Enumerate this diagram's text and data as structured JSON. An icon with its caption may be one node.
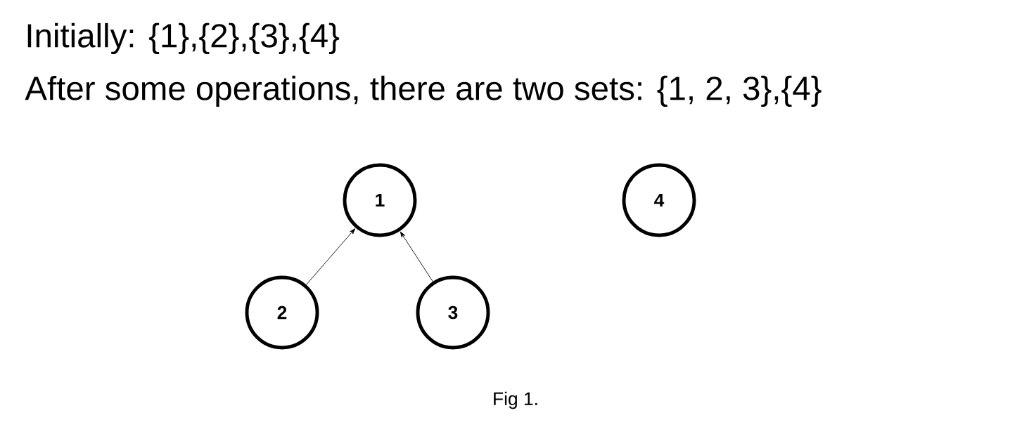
{
  "diagram": {
    "nodes": [
      {
        "text": [
          "1"
        ]
      },
      {
        "text": [
          "2"
        ]
      },
      {
        "text": [
          "3"
        ]
      },
      {
        "text": [
          "4"
        ]
      }
    ],
    "edges": [
      {
        "from": 1,
        "to": 0,
        "arrow": "to"
      },
      {
        "from": 2,
        "to": 0,
        "arrow": "to"
      }
    ],
    "labels": [
      "Initially: {1},{2},{3},{4}",
      "After some operations, there are two sets: {1, 2, 3},{4}"
    ],
    "caption": "Fig 1."
  }
}
